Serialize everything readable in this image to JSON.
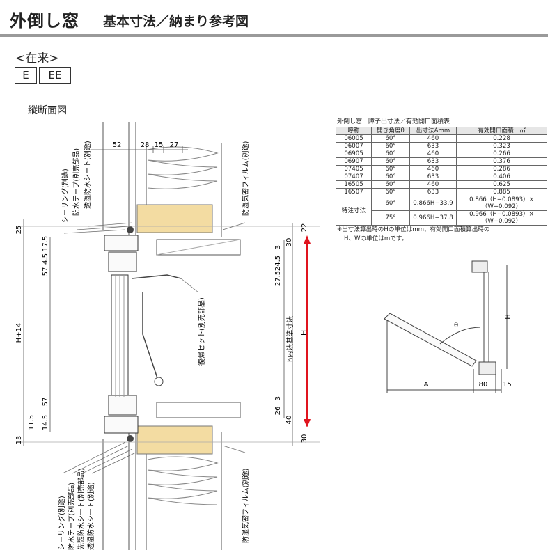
{
  "header": {
    "title": "外倒し窓",
    "subtitle": "基本寸法／納まり参考図"
  },
  "type_label": "<在来>",
  "tags": [
    "E",
    "EE"
  ],
  "section_title": "縦断面図",
  "table": {
    "title": "外倒し窓　障子出寸法／有効開口面積表",
    "headers": [
      "呼称",
      "開き角度θ",
      "出寸法Amm",
      "有効開口面積　㎡"
    ],
    "rows": [
      [
        "06005",
        "60°",
        "460",
        "0.228"
      ],
      [
        "06007",
        "60°",
        "633",
        "0.323"
      ],
      [
        "06905",
        "60°",
        "460",
        "0.266"
      ],
      [
        "06907",
        "60°",
        "633",
        "0.376"
      ],
      [
        "07405",
        "60°",
        "460",
        "0.286"
      ],
      [
        "07407",
        "60°",
        "633",
        "0.406"
      ],
      [
        "16505",
        "60°",
        "460",
        "0.625"
      ],
      [
        "16507",
        "60°",
        "633",
        "0.885"
      ]
    ],
    "special": {
      "label": "特注寸法",
      "rows": [
        [
          "60°",
          "0.866H−33.9",
          "0.866（H−0.0893）×（W−0.092）"
        ],
        [
          "75°",
          "0.966H−37.8",
          "0.966（H−0.0893）×（W−0.092）"
        ]
      ]
    }
  },
  "notes": [
    "※出寸法算出時のHの単位はmm、有効開口面積算出時の",
    "H、Wの単位はmです。"
  ],
  "section_labels": {
    "top": [
      "シーリング(別途)",
      "防水テープ(別売部品)",
      "透湿防水シート(別途)"
    ],
    "top_right": "防湿気密フィルム(別途)",
    "stay": "復帰セット(別売部品)",
    "inner": "h内法基準寸法",
    "bottom": [
      "シーリング(別途)",
      "防水テープ(別売部品)",
      "先張防水シート(別売部品)",
      "透湿防水シート(別途)"
    ],
    "bottom_right": "防湿気密フィルム(別途)"
  },
  "dims": {
    "top_row": [
      "52",
      "28",
      "15",
      "27"
    ],
    "left_top": [
      "25",
      "17.5",
      "4.5",
      "57"
    ],
    "left_mid": "H+14",
    "left_bottom": [
      "57",
      "11.5",
      "14.5",
      "13"
    ],
    "right_top": [
      "22",
      "30",
      "3",
      "24.5",
      "27.5"
    ],
    "right_bottom": [
      "3",
      "26",
      "40",
      "30"
    ],
    "H": "H"
  },
  "small_diagram": {
    "theta": "θ",
    "H": "H",
    "A": "A",
    "d80": "80",
    "d15": "15"
  },
  "colors": {
    "accent_red": "#e0141e",
    "wood": "#f3dca2"
  }
}
